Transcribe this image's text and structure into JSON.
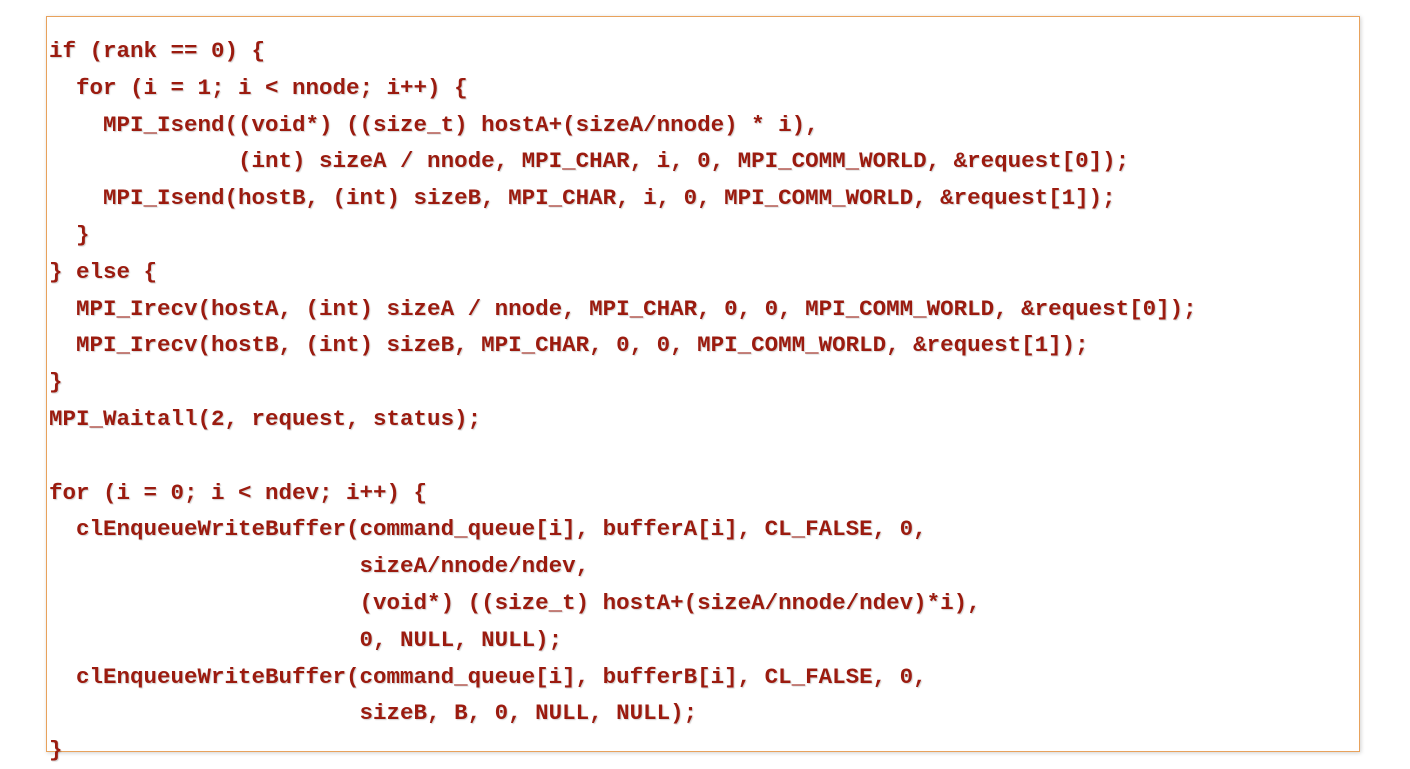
{
  "code_lines": [
    "if (rank == 0) {",
    "  for (i = 1; i < nnode; i++) {",
    "    MPI_Isend((void*) ((size_t) hostA+(sizeA/nnode) * i),",
    "              (int) sizeA / nnode, MPI_CHAR, i, 0, MPI_COMM_WORLD, &request[0]);",
    "    MPI_Isend(hostB, (int) sizeB, MPI_CHAR, i, 0, MPI_COMM_WORLD, &request[1]);",
    "  }",
    "} else {",
    "  MPI_Irecv(hostA, (int) sizeA / nnode, MPI_CHAR, 0, 0, MPI_COMM_WORLD, &request[0]);",
    "  MPI_Irecv(hostB, (int) sizeB, MPI_CHAR, 0, 0, MPI_COMM_WORLD, &request[1]);",
    "}",
    "MPI_Waitall(2, request, status);",
    "",
    "for (i = 0; i < ndev; i++) {",
    "  clEnqueueWriteBuffer(command_queue[i], bufferA[i], CL_FALSE, 0,",
    "                       sizeA/nnode/ndev,",
    "                       (void*) ((size_t) hostA+(sizeA/nnode/ndev)*i),",
    "                       0, NULL, NULL);",
    "  clEnqueueWriteBuffer(command_queue[i], bufferB[i], CL_FALSE, 0,",
    "                       sizeB, B, 0, NULL, NULL);",
    "}"
  ],
  "colors": {
    "code_text": "#9b1b0f",
    "border": "#e8a25c",
    "background": "#ffffff"
  }
}
